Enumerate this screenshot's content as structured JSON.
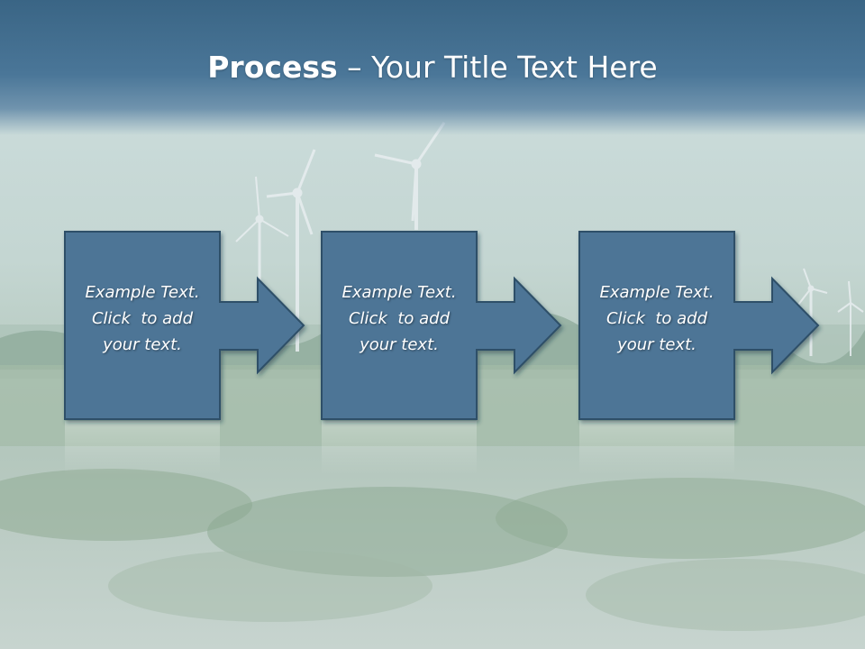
{
  "title": {
    "bold": "Process",
    "rest": " – Your Title Text Here"
  },
  "steps": [
    {
      "line1": "Example Text.",
      "line2": "Click  to add",
      "line3": "your text."
    },
    {
      "line1": "Example Text.",
      "line2": "Click  to add",
      "line3": "your text."
    },
    {
      "line1": "Example Text.",
      "line2": "Click  to add",
      "line3": "your text."
    }
  ],
  "colors": {
    "header": "#4a7698",
    "box_fill": "#4d7496",
    "box_border": "#2f4f68",
    "text": "#ffffff"
  }
}
